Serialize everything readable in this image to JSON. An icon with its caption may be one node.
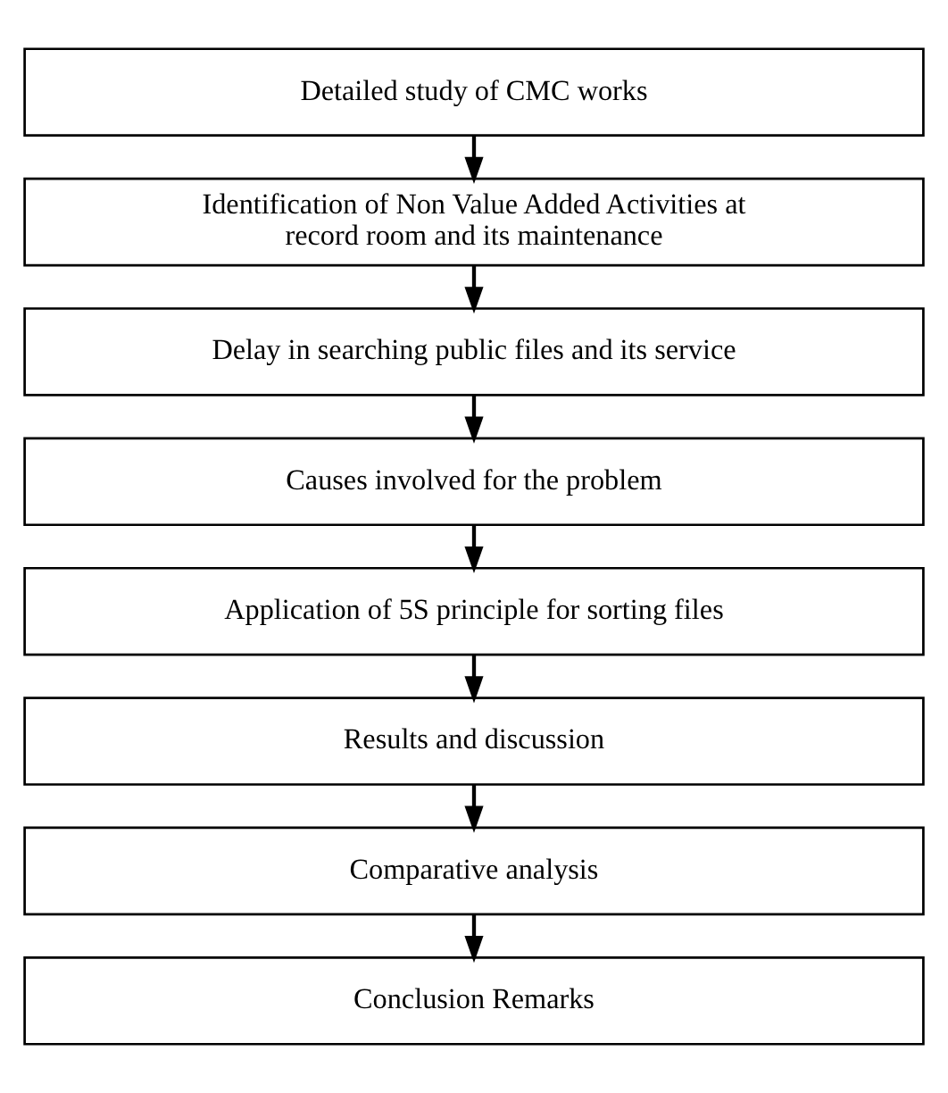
{
  "diagram": {
    "nodes": [
      {
        "text": [
          "Detailed study of CMC works"
        ]
      },
      {
        "text": [
          "Identification of Non Value Added Activities at record room and its maintenance"
        ]
      },
      {
        "text": [
          "Delay in searching public files and its service"
        ]
      },
      {
        "text": [
          "Causes involved for the problem"
        ]
      },
      {
        "text": [
          "Application of 5S principle for sorting files"
        ]
      },
      {
        "text": [
          "Results and discussion"
        ]
      },
      {
        "text": [
          "Comparative analysis"
        ]
      },
      {
        "text": [
          "Conclusion Remarks"
        ]
      }
    ],
    "edges": [
      {
        "from": 0,
        "to": 1,
        "arrow": "to"
      },
      {
        "from": 1,
        "to": 2,
        "arrow": "to"
      },
      {
        "from": 2,
        "to": 3,
        "arrow": "to"
      },
      {
        "from": 3,
        "to": 4,
        "arrow": "to"
      },
      {
        "from": 4,
        "to": 5,
        "arrow": "to"
      },
      {
        "from": 5,
        "to": 6,
        "arrow": "to"
      },
      {
        "from": 6,
        "to": 7,
        "arrow": "to"
      }
    ]
  }
}
